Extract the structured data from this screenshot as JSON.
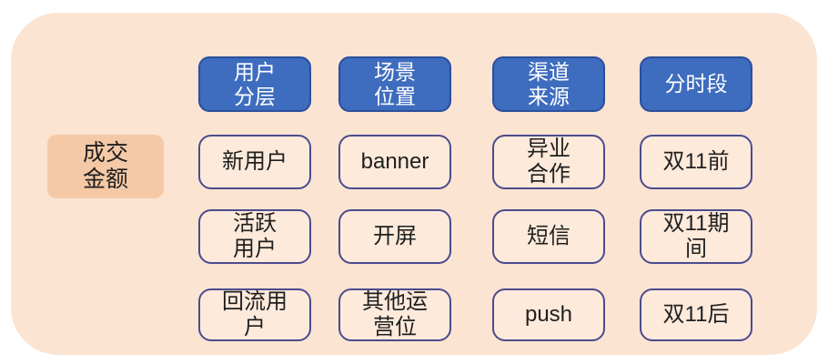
{
  "colors": {
    "canvas_bg": "#fce4d2",
    "root_bg": "#f5c9a6",
    "header_bg": "#3e6cbe",
    "header_border": "#2c4f9c",
    "item_border": "#4b4b8e",
    "text_dark": "#1f1f1f",
    "header_text": "#ffffff"
  },
  "root": {
    "label": "成交\n金额"
  },
  "columns": [
    {
      "header": "用户\n分层",
      "items": [
        "新用户",
        "活跃\n用户",
        "回流用\n户"
      ]
    },
    {
      "header": "场景\n位置",
      "items": [
        "banner",
        "开屏",
        "其他运\n营位"
      ]
    },
    {
      "header": "渠道\n来源",
      "items": [
        "异业\n合作",
        "短信",
        "push"
      ]
    },
    {
      "header": "分时段",
      "items": [
        "双11前",
        "双11期\n间",
        "双11后"
      ]
    }
  ]
}
